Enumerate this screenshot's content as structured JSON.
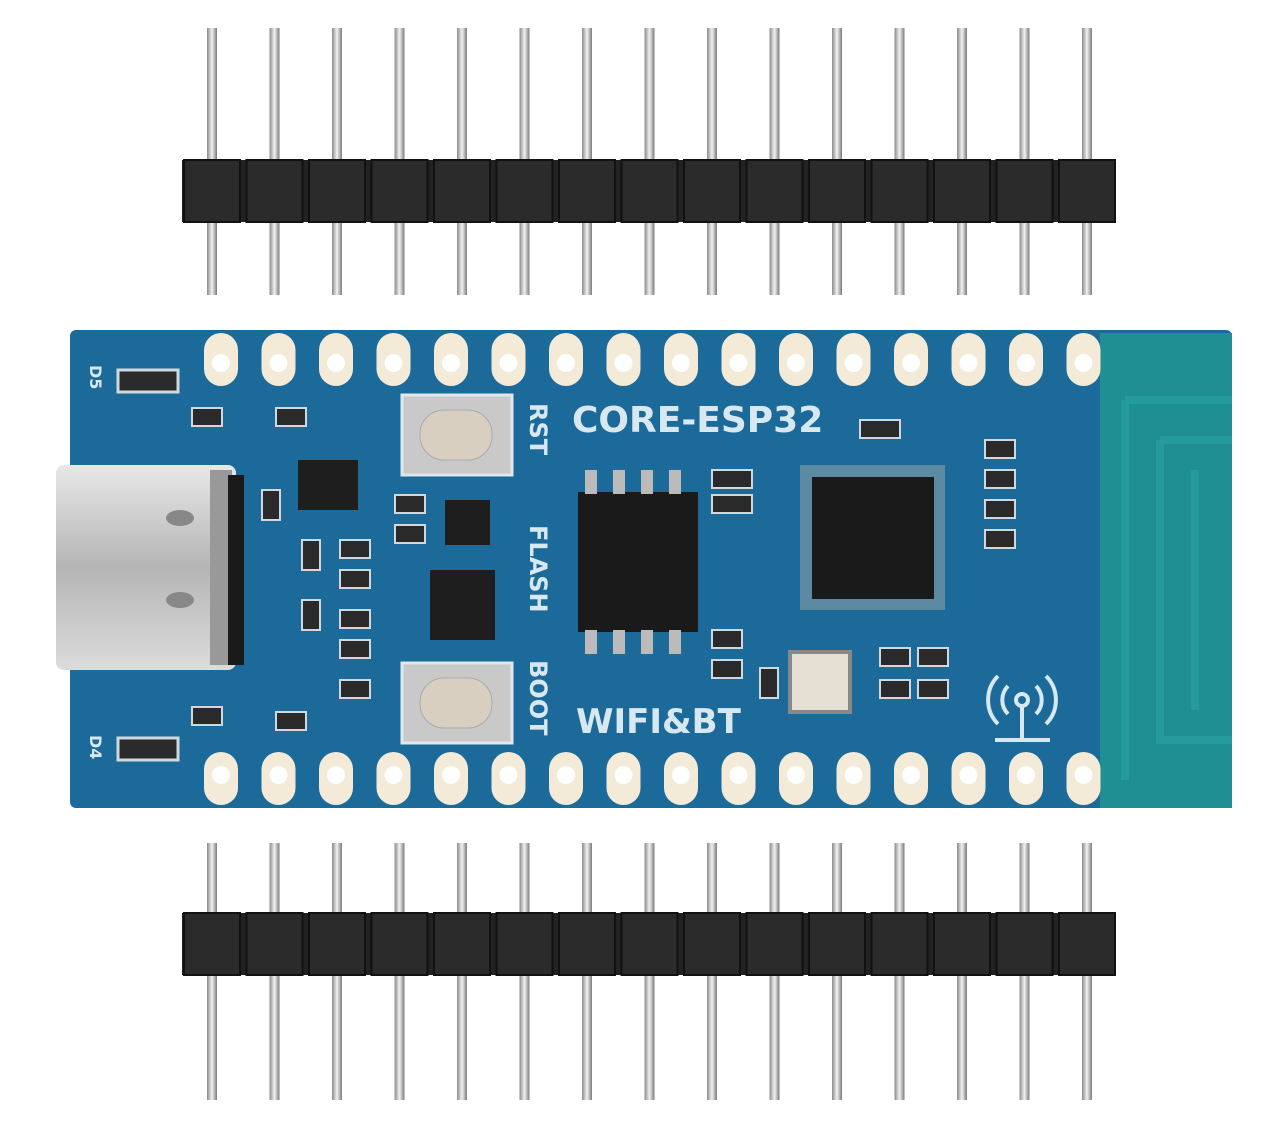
{
  "board": {
    "title": "CORE-ESP32",
    "subtitle": "WIFI&BT",
    "rst_label": "RST",
    "flash_label": "FLASH",
    "boot_label": "BOOT",
    "led_top_label": "D5",
    "led_bottom_label": "D4",
    "pcb_color": "#1c6a9a",
    "antenna_color": "#1f8f94",
    "pad_color": "#f3ead8"
  },
  "headers": {
    "pin_count_per_header": 15,
    "header_count": 2
  },
  "icons": [
    "usb-c-connector",
    "wifi-antenna-icon"
  ]
}
